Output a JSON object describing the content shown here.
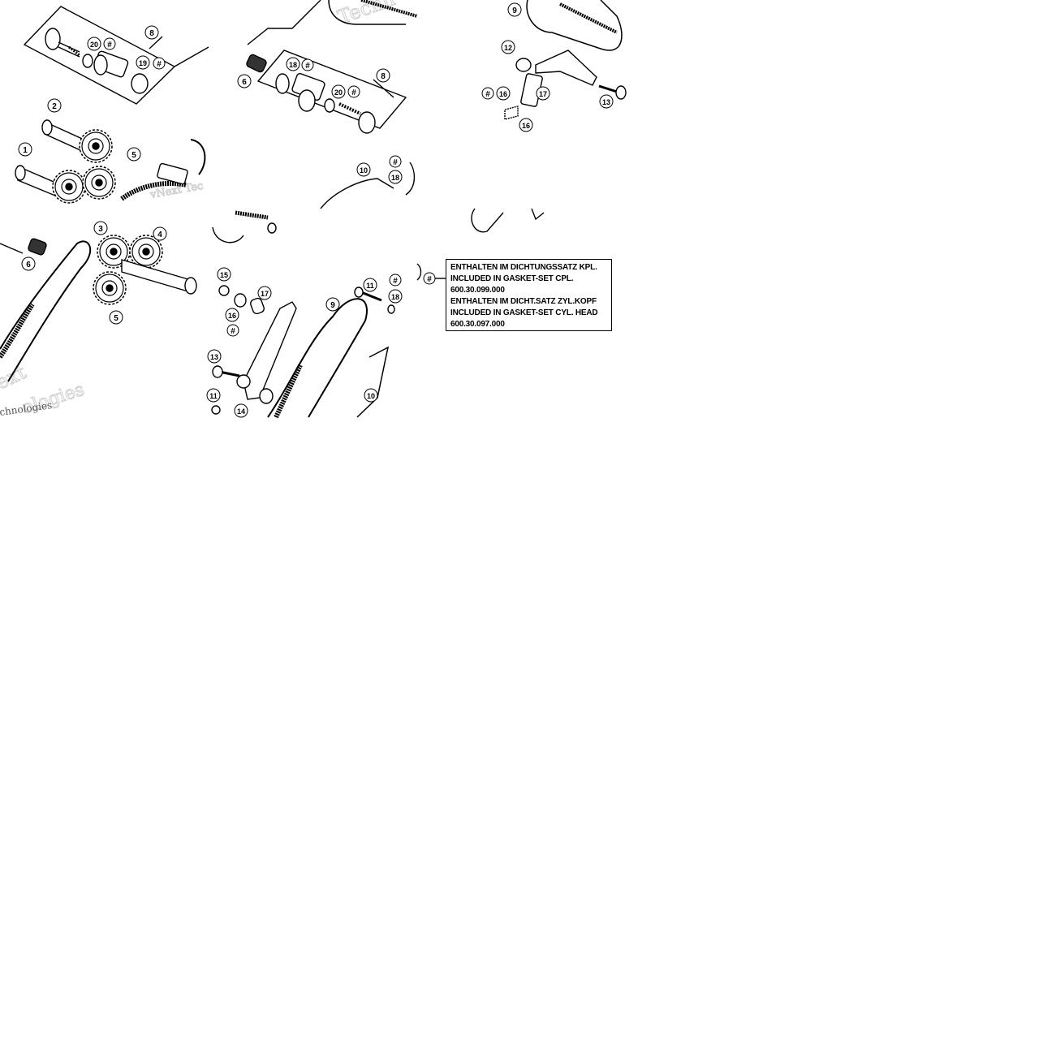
{
  "callouts": {
    "c1": "1",
    "c2": "2",
    "c3": "3",
    "c4": "4",
    "c5": "5",
    "c6": "6",
    "c8": "8",
    "c9": "9",
    "c10": "10",
    "c11": "11",
    "c12": "12",
    "c13": "13",
    "c14": "14",
    "c15": "15",
    "c16": "16",
    "c17": "17",
    "c18": "18",
    "c19": "19",
    "c20": "20",
    "hash": "#"
  },
  "legend": {
    "symbol": "#",
    "line1": "ENTHALTEN IM DICHTUNGSSATZ KPL.",
    "line2": "INCLUDED IN GASKET-SET CPL.",
    "line3": "600.30.099.000",
    "line4": "ENTHALTEN IM DICHT.SATZ ZYL.KOPF",
    "line5": "INCLUDED IN GASKET-SET CYL. HEAD",
    "line6": "600.30.097.000"
  },
  "watermark": {
    "w1": "Techn",
    "w2": "vNext Tec",
    "w3": "ext",
    "w4": "ologies",
    "w5": "chnologies"
  },
  "colors": {
    "ink": "#000000",
    "paper": "#ffffff",
    "watermark": "#cfcfcf"
  }
}
